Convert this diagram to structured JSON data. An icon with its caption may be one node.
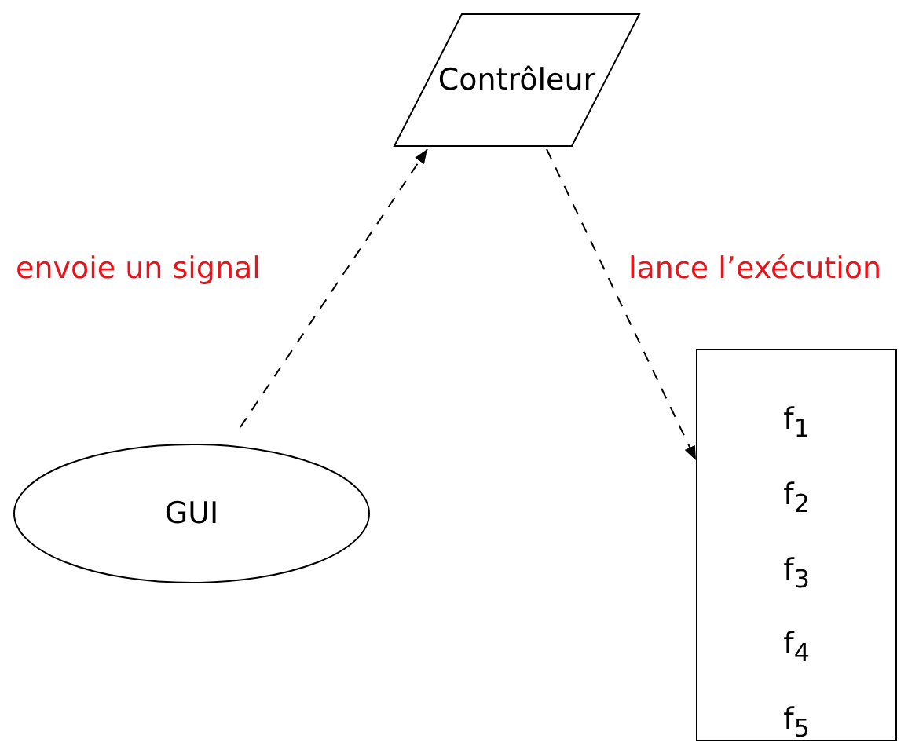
{
  "diagram": {
    "nodes": [
      {
        "text": [
          "Contrôleur"
        ]
      },
      {
        "text": [
          "GUI"
        ]
      },
      {
        "text": [
          "f$_{1}$",
          "f$_{2}$",
          "f$_{3}$",
          "f$_{4}$",
          "f$_{5}$"
        ]
      }
    ],
    "edges": [
      {
        "from": 1,
        "to": 0,
        "arrow": "to",
        "style": "dashed",
        "label": "envoie un signal"
      },
      {
        "from": 0,
        "to": 2,
        "arrow": "to",
        "style": "dashed",
        "label": "lance l’exécution"
      }
    ]
  }
}
